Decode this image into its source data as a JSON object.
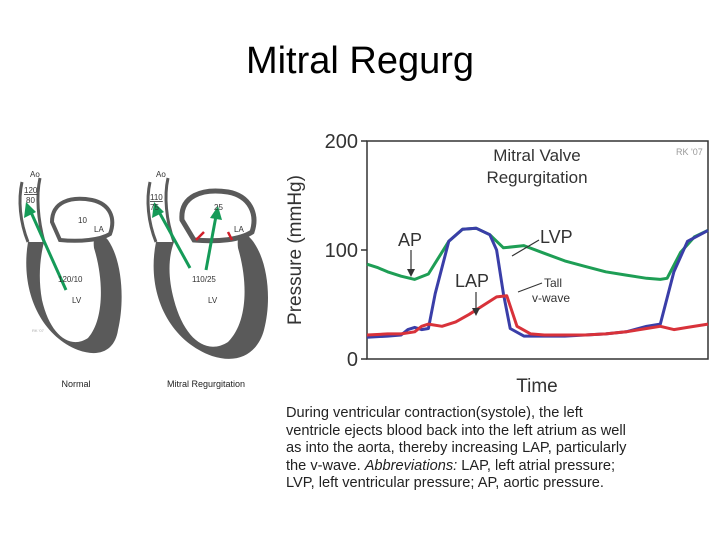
{
  "title": "Mitral Regurg",
  "left_diagram": {
    "normal": {
      "ao_label": "Ao",
      "ao_pressure_sys": "120",
      "ao_pressure_dia": "80",
      "la_pressure": "10",
      "la_label": "LA",
      "lv_pressure": "120/10",
      "lv_label": "LV",
      "signature": "RK '07",
      "caption": "Normal"
    },
    "mr": {
      "ao_label": "Ao",
      "ao_pressure_sys": "110",
      "ao_pressure_dia": "75",
      "la_pressure": "25",
      "la_label": "LA",
      "lv_pressure": "110/25",
      "lv_label": "LV",
      "caption": "Mitral Regurgitation"
    },
    "colors": {
      "wall": "#5a5a5a",
      "flow_arrow": "#159b58",
      "regurg_jet": "#d21f2a"
    }
  },
  "chart_data": {
    "type": "line",
    "title": "Mitral Valve\nRegurgitation",
    "ylabel": "Pressure (mmHg)",
    "xlabel": "Time",
    "ylim": [
      0,
      200
    ],
    "yticks": [
      0,
      100,
      200
    ],
    "signature": "RK '07",
    "series": [
      {
        "name": "AP",
        "color": "#1e9e55",
        "x": [
          0,
          3,
          6,
          10,
          14,
          18,
          20,
          24,
          28,
          32,
          36,
          40,
          46,
          52,
          58,
          64,
          70,
          76,
          82,
          86,
          88,
          92,
          96,
          100
        ],
        "y": [
          87,
          84,
          80,
          76,
          73,
          78,
          88,
          108,
          119,
          120,
          114,
          102,
          104,
          97,
          90,
          85,
          80,
          77,
          74,
          73,
          74,
          98,
          112,
          118
        ]
      },
      {
        "name": "LVP",
        "color": "#3a3ea8",
        "x": [
          0,
          6,
          10,
          12,
          14,
          16,
          18,
          20,
          24,
          28,
          32,
          36,
          38,
          40,
          42,
          46,
          52,
          58,
          64,
          70,
          76,
          82,
          86,
          90,
          94,
          100
        ],
        "y": [
          20,
          21,
          22,
          27,
          29,
          27,
          28,
          60,
          108,
          119,
          120,
          114,
          100,
          60,
          28,
          21,
          21,
          21,
          22,
          23,
          25,
          30,
          32,
          80,
          108,
          118
        ]
      },
      {
        "name": "LAP",
        "color": "#d8323a",
        "x": [
          0,
          6,
          10,
          14,
          16,
          18,
          22,
          26,
          30,
          34,
          38,
          41,
          44,
          48,
          52,
          58,
          64,
          70,
          76,
          82,
          86,
          90,
          94,
          100
        ],
        "y": [
          22,
          23,
          23,
          25,
          30,
          32,
          30,
          34,
          41,
          49,
          57,
          58,
          30,
          23,
          22,
          22,
          22,
          23,
          25,
          28,
          30,
          27,
          29,
          32
        ]
      }
    ],
    "annotations": {
      "ap": "AP",
      "lvp": "LVP",
      "lap": "LAP",
      "tall_v_wave": [
        "Tall",
        "v-wave"
      ]
    }
  },
  "caption": {
    "line1": "During ventricular contraction(systole), the left",
    "line2": "ventricle ejects blood back into the left atrium as well",
    "line3": "as into the aorta, thereby increasing LAP, particularly",
    "line4_a": "the v-wave.  ",
    "line4_b": "Abbreviations:",
    "line4_c": " LAP, left atrial pressure;",
    "line5": "LVP, left ventricular pressure; AP, aortic pressure."
  }
}
